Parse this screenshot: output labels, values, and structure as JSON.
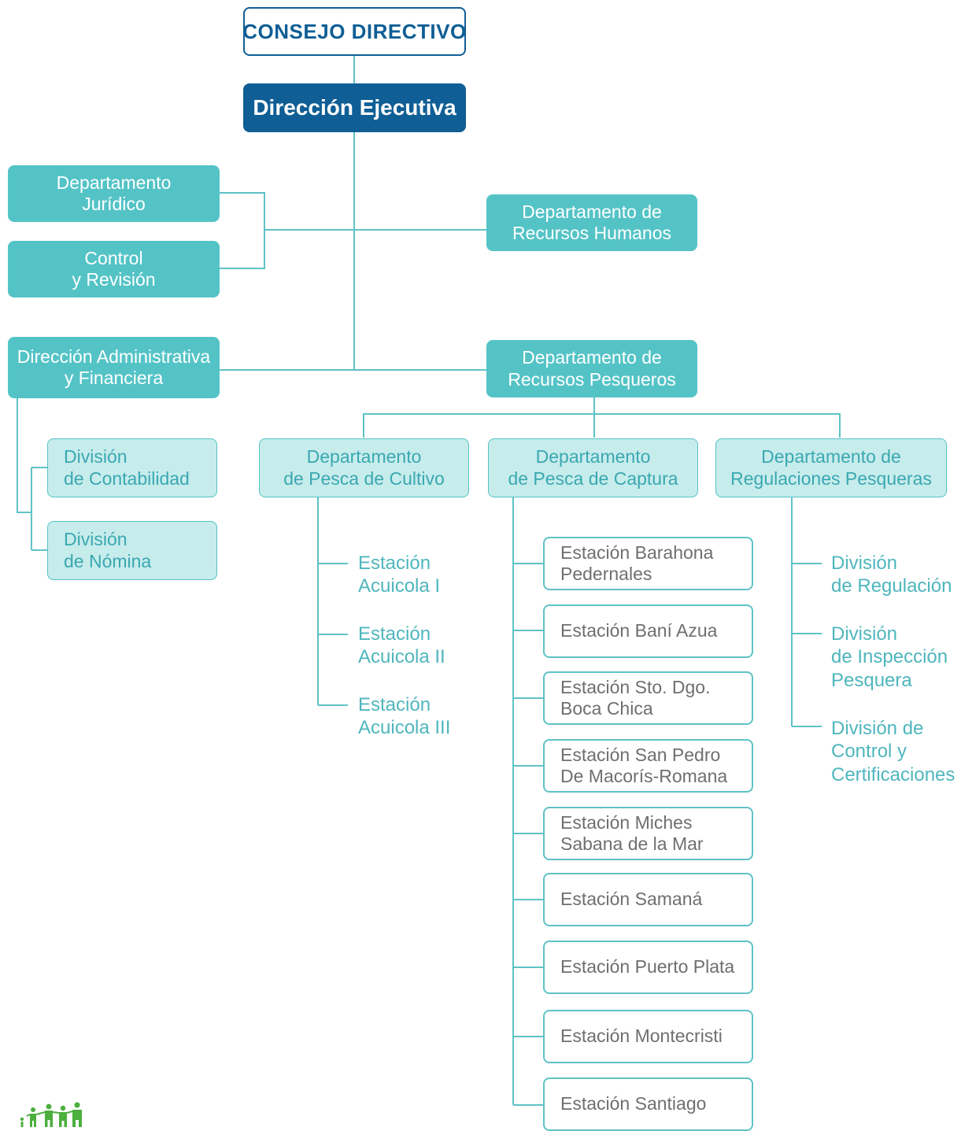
{
  "chart": {
    "consejo": "CONSEJO DIRECTIVO",
    "direccion_ejecutiva": "Dirección Ejecutiva",
    "juridico": [
      "Departamento",
      "Jurídico"
    ],
    "control_revision": [
      "Control",
      "y Revisión"
    ],
    "rrhh": [
      "Departamento de",
      "Recursos Humanos"
    ],
    "admin_financiera": [
      "Dirección Administrativa",
      "y Financiera"
    ],
    "recursos_pesqueros": [
      "Departamento de",
      "Recursos Pesqueros"
    ],
    "div_contabilidad": [
      "División",
      "de Contabilidad"
    ],
    "div_nomina": [
      "División",
      "de Nómina"
    ],
    "pesca_cultivo": [
      "Departamento",
      "de Pesca de Cultivo"
    ],
    "pesca_captura": [
      "Departamento",
      "de Pesca de Captura"
    ],
    "regulaciones": [
      "Departamento de",
      "Regulaciones Pesqueras"
    ],
    "acuicola": [
      [
        "Estación",
        "Acuicola I"
      ],
      [
        "Estación",
        "Acuicola II"
      ],
      [
        "Estación",
        "Acuicola III"
      ]
    ],
    "estaciones": [
      [
        "Estación Barahona",
        "Pedernales"
      ],
      [
        "Estación Baní Azua"
      ],
      [
        "Estación Sto. Dgo.",
        "Boca Chica"
      ],
      [
        "Estación San Pedro",
        "De Macorís-Romana"
      ],
      [
        "Estación Miches",
        "Sabana de la Mar"
      ],
      [
        "Estación Samaná"
      ],
      [
        "Estación Puerto Plata"
      ],
      [
        "Estación Montecristi"
      ],
      [
        "Estación Santiago"
      ]
    ],
    "divisiones_reg": [
      [
        "División",
        "de Regulación"
      ],
      [
        "División",
        "de Inspección",
        "Pesquera"
      ],
      [
        "División de",
        "Control y",
        "Certificaciones"
      ]
    ]
  },
  "colors": {
    "navy": "#0f5e95",
    "teal": "#54c3c6",
    "light_teal": "#c7ecec",
    "line": "#5fc2c5",
    "station_text": "#6f6f6f",
    "leaf_text": "#4fb6bd",
    "logo_green": "#4caf3e"
  },
  "icons": {
    "logo": "people-group-logo"
  }
}
